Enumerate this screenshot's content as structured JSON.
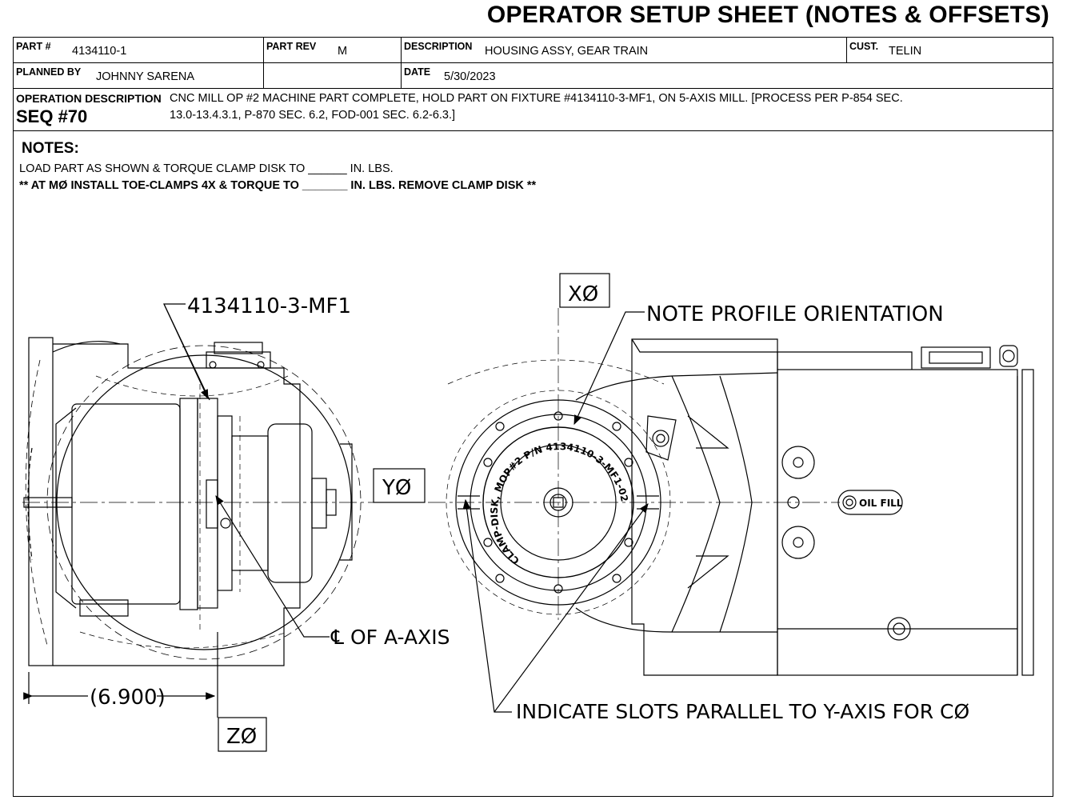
{
  "title": "OPERATOR SETUP SHEET (NOTES & OFFSETS)",
  "header": {
    "part_label": "PART #",
    "part_value": "4134110-1",
    "rev_label": "PART REV",
    "rev_value": "M",
    "desc_label": "DESCRIPTION",
    "desc_value": "HOUSING ASSY, GEAR TRAIN",
    "cust_label": "CUST.",
    "cust_value": "TELIN",
    "planned_label": "PLANNED BY",
    "planned_value": "JOHNNY SARENA",
    "date_label": "DATE",
    "date_value": "5/30/2023"
  },
  "operation": {
    "label": "OPERATION DESCRIPTION",
    "seq": "SEQ #70",
    "line1": "CNC MILL OP #2 MACHINE PART COMPLETE, HOLD PART ON FIXTURE #4134110-3-MF1, ON 5-AXIS MILL. [PROCESS PER P-854 SEC.",
    "line2": "13.0-13.4.3.1, P-870 SEC. 6.2, FOD-001 SEC. 6.2-6.3.]"
  },
  "notes": {
    "heading": "NOTES:",
    "line1": "LOAD PART AS SHOWN & TORQUE CLAMP DISK TO ______ IN. LBS.",
    "line2": "** AT MØ INSTALL TOE-CLAMPS 4X & TORQUE TO _______ IN. LBS. REMOVE CLAMP DISK **"
  },
  "drawing": {
    "fixture_callout": "4134110-3-MF1",
    "x_zero": "XØ",
    "y_zero": "YØ",
    "z_zero": "ZØ",
    "profile_note": "NOTE PROFILE ORIENTATION",
    "axis_note": "℄ OF A-AXIS",
    "slots_note": "INDICATE SLOTS PARALLEL TO Y-AXIS FOR CØ",
    "dimension": "(6.900)",
    "disk_text": "CLAMP-DISK, MOP#2  P/N 4134110-3-MF1-02",
    "oil_fill": "OIL FILL"
  }
}
